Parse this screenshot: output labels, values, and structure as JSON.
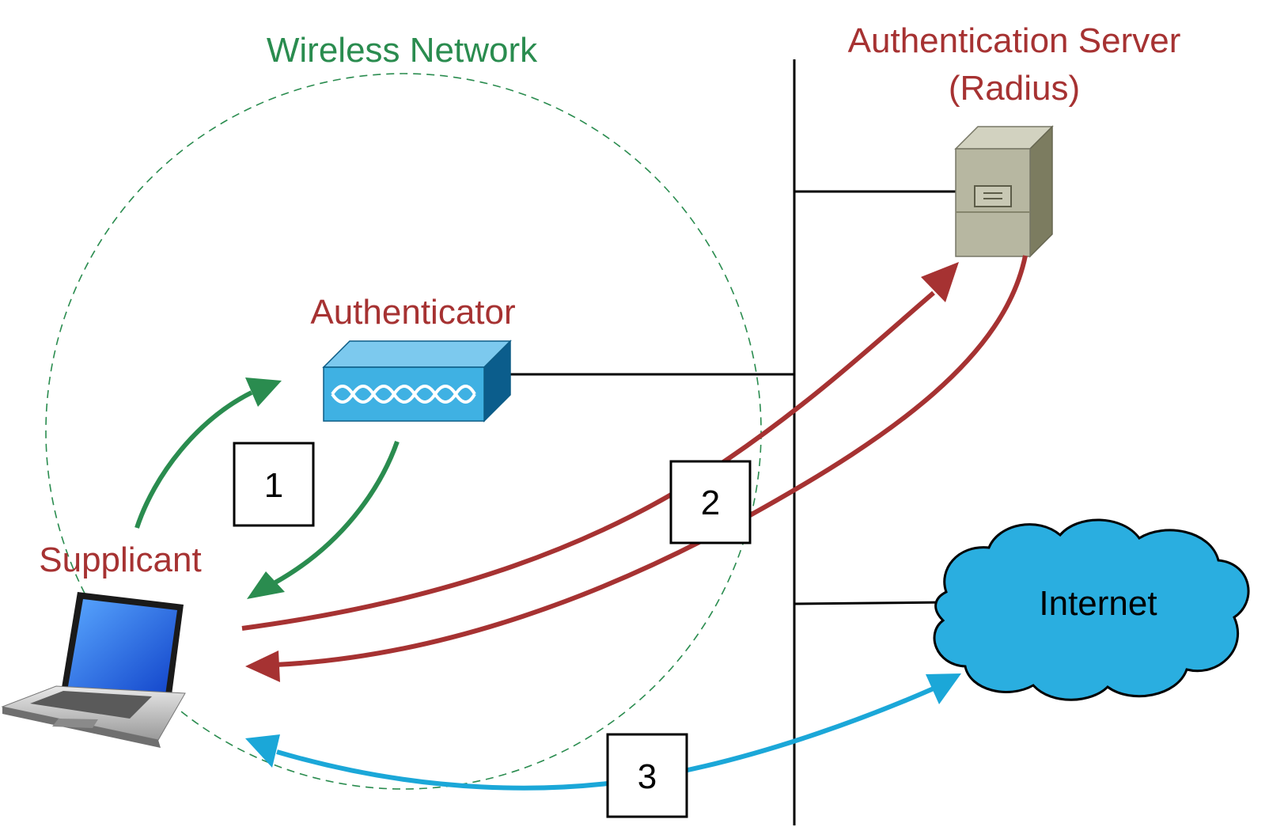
{
  "labels": {
    "wireless_network": "Wireless Network",
    "auth_server_line1": "Authentication Server",
    "auth_server_line2": "(Radius)",
    "authenticator": "Authenticator",
    "supplicant": "Supplicant",
    "internet": "Internet"
  },
  "steps": {
    "step1": "1",
    "step2": "2",
    "step3": "3"
  },
  "colors": {
    "green": "#2a8c4f",
    "red": "#a63232",
    "blue": "#1ba7d8",
    "cloud": "#2aaee0",
    "device_blue": "#3fb1e3",
    "server_beige": "#b7b7a1"
  },
  "icons": {
    "laptop": "laptop-icon",
    "access_point": "access-point-icon",
    "server": "server-icon",
    "cloud": "cloud-icon"
  }
}
